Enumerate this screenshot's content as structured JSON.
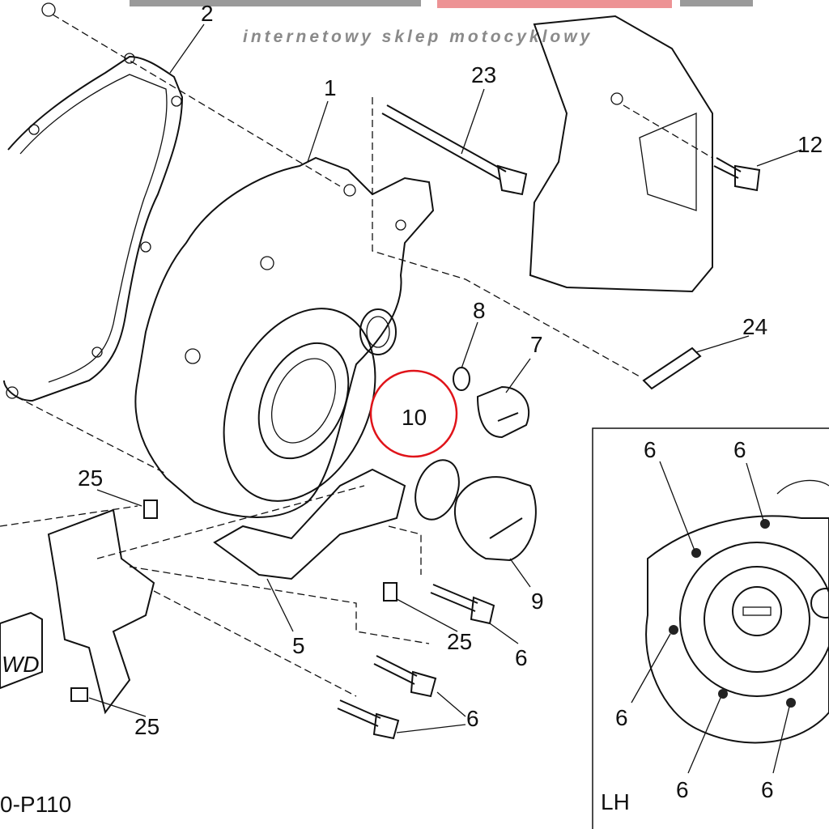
{
  "watermark": {
    "tagline": "internetowy sklep motocyklowy",
    "brand_color": "#e8787a",
    "gray": "#8a8a8a"
  },
  "highlight": {
    "part": "10",
    "color": "#e0141a"
  },
  "labels": {
    "p1": "1",
    "p2": "2",
    "p5": "5",
    "p7": "7",
    "p8": "8",
    "p9": "9",
    "p10": "10",
    "p12": "12",
    "p23": "23",
    "p24": "24",
    "p25a": "25",
    "p25b": "25",
    "p25c": "25",
    "p6a": "6",
    "p6b": "6"
  },
  "fwd_label": "WD",
  "figure_code": "0-P110",
  "inset": {
    "title": "LH",
    "labels": [
      "6",
      "6",
      "6",
      "6",
      "6"
    ]
  }
}
